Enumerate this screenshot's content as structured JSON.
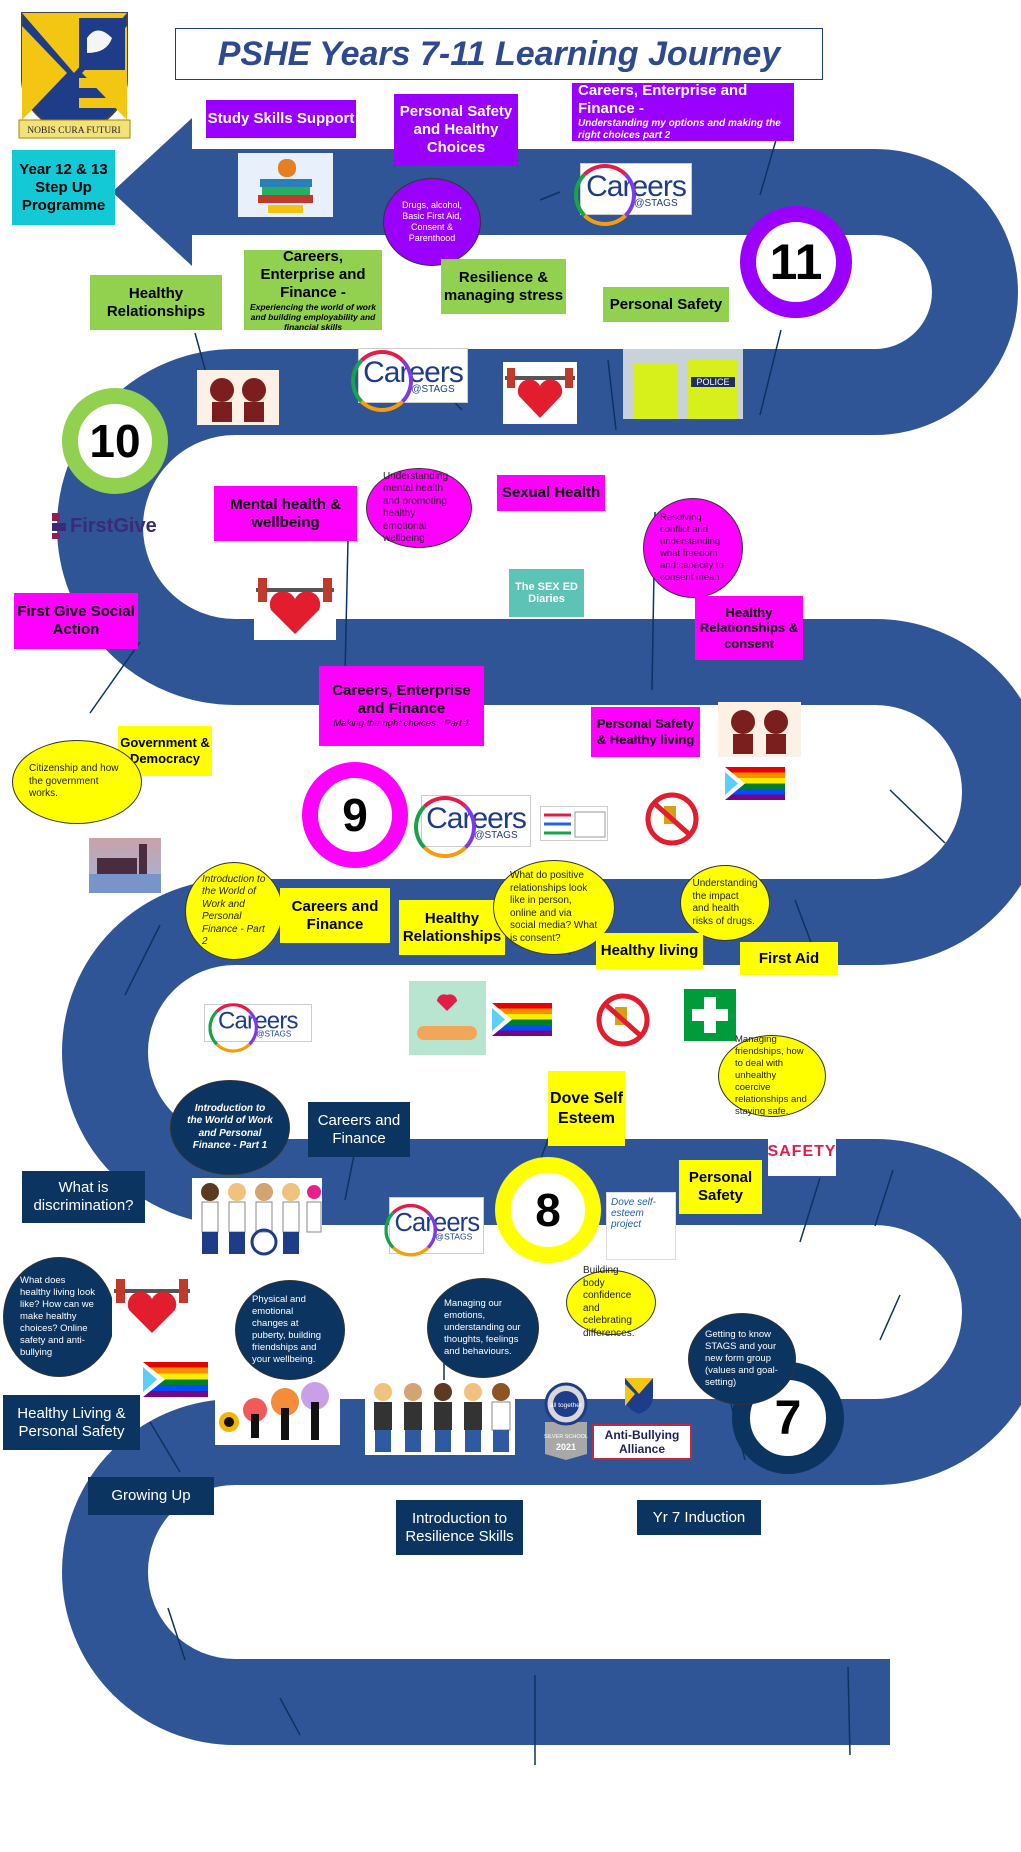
{
  "title": "PSHE Years 7-11 Learning Journey",
  "school": {
    "motto": "NOBIS CURA FUTURI"
  },
  "post16": "Year 12 & 13 Step Up Programme",
  "years": {
    "y7": "7",
    "y8": "8",
    "y9": "9",
    "y10": "10",
    "y11": "11"
  },
  "colors": {
    "road": "#2f5597",
    "y11": "#9900ff",
    "y10": "#92d050",
    "y9": "#ff00ff",
    "y8": "#ffff00",
    "y7": "#0b3460"
  },
  "careers_logo": {
    "word": "Careers",
    "sub": "@STAGS"
  },
  "year11": {
    "study_skills": "Study Skills Support",
    "personal_safety_choices": "Personal Safety and Healthy Choices",
    "careers_title": "Careers, Enterprise and Finance -",
    "careers_sub": "Understanding my options and making the right choices part 2",
    "bubble": "Drugs, alcohol, Basic First Aid, Consent & Parenthood"
  },
  "year10": {
    "healthy_relationships": "Healthy Relationships",
    "careers_title": "Careers, Enterprise and Finance -",
    "careers_sub": "Experiencing the world of work and building employability and financial skills",
    "resilience": "Resilience & managing stress",
    "personal_safety": "Personal Safety",
    "police_label": "POLICE",
    "first_give_logo": "FirstGive",
    "first_give": "First Give Social Action"
  },
  "year9": {
    "mental_health": "Mental health & wellbeing",
    "mental_bubble": "Understanding mental health and promoting healthy emotional wellbeing",
    "sexual_health": "Sexual Health",
    "sexed_logo": "The SEX ED Diaries",
    "conflict_bubble": "Resolving conflict and understanding what freedom and capacity to consent mean",
    "healthy_rel_consent": "Healthy Relationships & consent",
    "careers_title": "Careers, Enterprise and Finance",
    "careers_sub": "Making the right choices - Part 1",
    "personal_safety_living": "Personal Safety & Healthy living",
    "government": "Government & Democracy",
    "government_bubble": "Citizenship and how the government works."
  },
  "year8": {
    "careers_intro_bubble": "Introduction to the World of Work and Personal Finance - Part 2",
    "careers_finance": "Careers and Finance",
    "healthy_relationships": "Healthy Relationships",
    "relationships_bubble": "What do positive relationships look like in person, online and via social media? What is consent?",
    "drugs_bubble": "Understanding the impact and health risks of drugs.",
    "healthy_living": "Healthy living",
    "first_aid": "First Aid",
    "friendships_bubble": "Managing friendships, how to deal with unhealthy coercive relationships and staying safe.",
    "dove": "Dove Self Esteem",
    "dove_logo": "Dove self-esteem project",
    "personal_safety": "Personal Safety",
    "safety_logo": "SAFETY",
    "body_bubble": "Building body confidence and celebrating differences."
  },
  "year7": {
    "careers_intro_bubble": "Introduction to the World of Work and Personal Finance - Part 1",
    "careers_finance": "Careers and Finance",
    "discrimination": "What is discrimination?",
    "healthy_living_bubble": "What does healthy living look like? How can we make healthy choices? Online safety and anti-bullying",
    "puberty_bubble": "Physical and emotional changes at puberty, building friendships and your wellbeing.",
    "emotions_bubble": "Managing our emotions, understanding our thoughts, feelings and behaviours.",
    "induction_bubble": "Getting to know STAGS and your new form group (values and goal-setting)",
    "healthy_living_safety": "Healthy Living & Personal Safety",
    "growing_up": "Growing Up",
    "resilience_intro": "Introduction to Resilience Skills",
    "induction": "Yr 7 Induction",
    "silver_badge": {
      "top": "all together",
      "mid": "SILVER SCHOOL",
      "year": "2021"
    },
    "anti_bullying": "Anti-Bullying Alliance"
  }
}
